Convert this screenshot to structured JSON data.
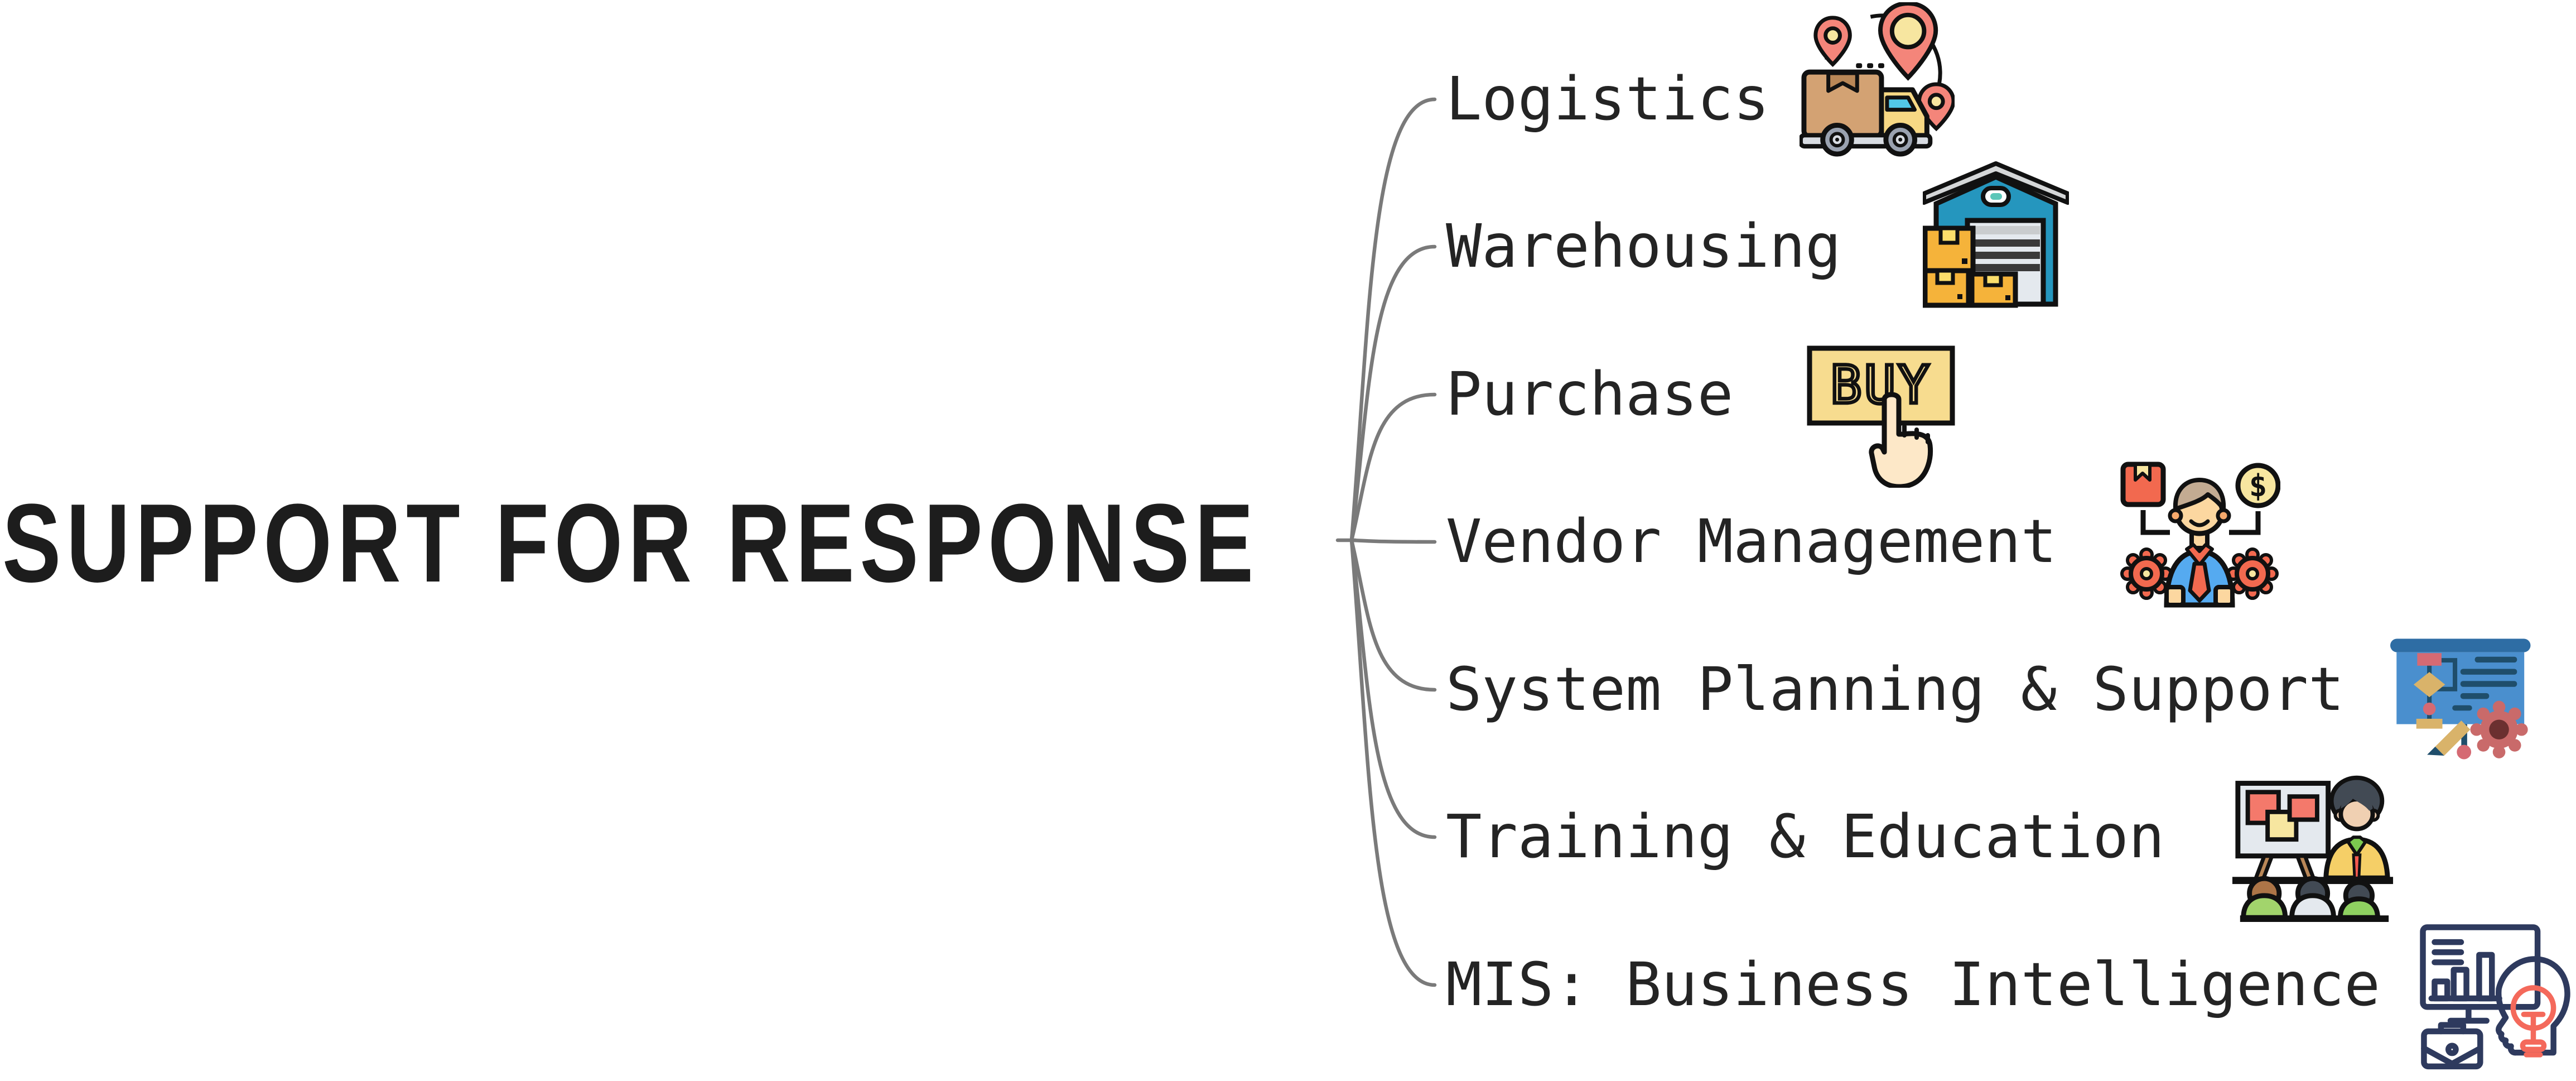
{
  "root": {
    "title": "SUPPORT FOR RESPONSE"
  },
  "branches": [
    {
      "label": "Logistics",
      "icon": "delivery-truck-location-pins"
    },
    {
      "label": "Warehousing",
      "icon": "warehouse-building-boxes"
    },
    {
      "label": "Purchase",
      "icon": "buy-button-click",
      "button_label": "BUY"
    },
    {
      "label": "Vendor Management",
      "icon": "vendor-person-gears",
      "coin_symbol": "$"
    },
    {
      "label": "System Planning & Support",
      "icon": "planning-board-gear-pencil"
    },
    {
      "label": "Training & Education",
      "icon": "presenter-with-audience"
    },
    {
      "label": "MIS: Business Intelligence",
      "icon": "bi-monitor-idea-head-briefcase"
    }
  ],
  "colors": {
    "background": "#ffffff",
    "title_text": "#1d1d1d",
    "branch_text": "#242424",
    "connector": "#7a7a7a",
    "outline_black": "#111111",
    "coral_pin": "#F4857A",
    "red_coral": "#F2694F",
    "cream_yellow": "#F7E6A0",
    "box_tan": "#D3A273",
    "dark_tan": "#B98757",
    "cab_yellow": "#F7D884",
    "window_cyan": "#52C8E8",
    "wheel_gray": "#9AA2B0",
    "light_gray": "#E4E9EE",
    "warehouse_blue": "#2596BE",
    "amber_box": "#F5B33A",
    "buy_yellow": "#F7DC8F",
    "hand_skin": "#FDE8C8",
    "vendor_blue": "#55AAF0",
    "hair_tan": "#C3AB92",
    "skin": "#FCD7A0",
    "planning_blue": "#4A8FCE",
    "planning_dark_blue": "#2E6DA4",
    "flow_navy": "#1F4E6B",
    "dusty_red": "#C96A6A",
    "maroon": "#6B3030",
    "gold_tan": "#D9B36A",
    "node_red": "#D56A73",
    "slate": "#424A54",
    "collar_green": "#7CC94F",
    "light_green": "#A2D46C",
    "body_green": "#8FD161",
    "head_brown": "#AD7547",
    "pale_skin": "#F0D0B2",
    "trainer_yellow": "#F5CF67",
    "tie_red": "#F4594F",
    "mis_navy": "#2E3A5E",
    "mis_coral": "#F4695B"
  }
}
